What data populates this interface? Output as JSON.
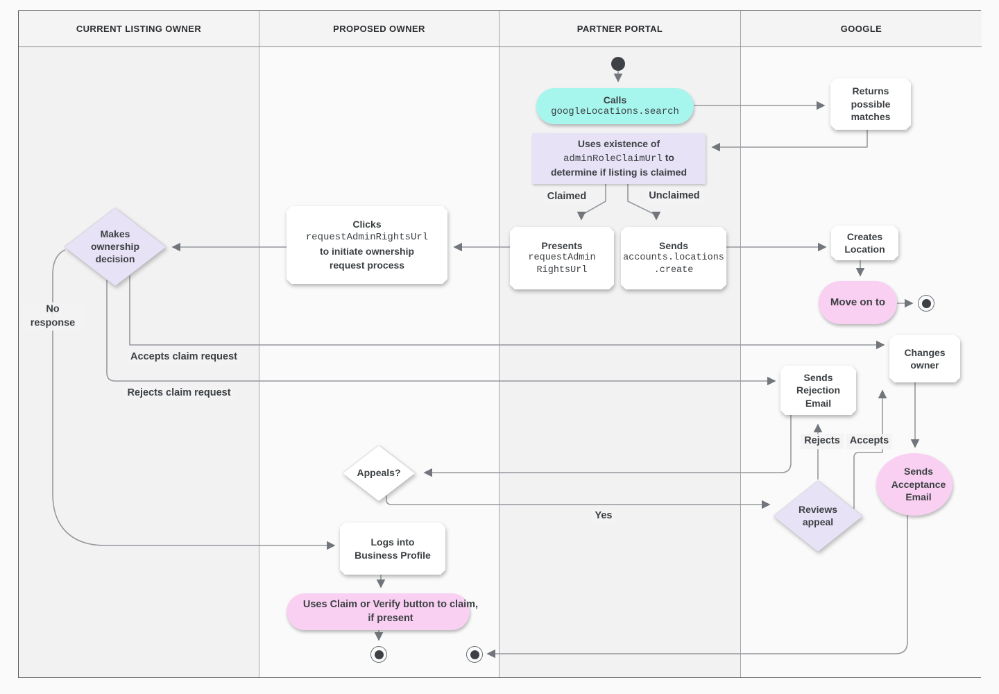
{
  "lanes": [
    {
      "label": "CURRENT LISTING OWNER"
    },
    {
      "label": "PROPOSED OWNER"
    },
    {
      "label": "PARTNER PORTAL"
    },
    {
      "label": "GOOGLE"
    }
  ],
  "nodes": {
    "calls": {
      "title": "Calls",
      "code": "googleLocations.search"
    },
    "uses_existence": {
      "l1": "Uses existence of",
      "code": "adminRoleClaimUrl",
      "l2b": "to",
      "l3": "determine if listing is claimed"
    },
    "presents": {
      "title": "Presents",
      "code1": "requestAdmin",
      "code2": "RightsUrl"
    },
    "sends_create": {
      "title": "Sends",
      "code1": "accounts.locations",
      "code2": ".create"
    },
    "returns_matches": {
      "text": "Returns possible matches"
    },
    "creates_location": {
      "text": "Creates Location"
    },
    "move_on": {
      "text": "Move on to"
    },
    "changes_owner": {
      "text": "Changes owner"
    },
    "sends_rejection": {
      "text": "Sends Rejection Email"
    },
    "sends_acceptance": {
      "text": "Sends Acceptance Email"
    },
    "reviews_appeal": {
      "text": "Reviews appeal"
    },
    "makes_decision": {
      "text": "Makes ownership decision"
    },
    "appeals": {
      "text": "Appeals?"
    },
    "clicks": {
      "title": "Clicks",
      "code": "requestAdminRightsUrl",
      "l3": "to initiate ownership",
      "l4": "request process"
    },
    "logs_into": {
      "text": "Logs into Business Profile"
    },
    "uses_claim": {
      "text": "Uses Claim or Verify button to claim, if present"
    }
  },
  "edge_labels": {
    "claimed": "Claimed",
    "unclaimed": "Unclaimed",
    "no_response": "No response",
    "accepts_claim": "Accepts claim request",
    "rejects_claim": "Rejects claim request",
    "yes": "Yes",
    "rejects": "Rejects",
    "accepts": "Accepts"
  },
  "colors": {
    "teal": "#a7f6ee",
    "lavender": "#e7e2f6",
    "pink": "#f9d0f2",
    "node_white": "#ffffff",
    "line_gray": "#95989d",
    "arrow_gray": "#72767c",
    "text": "#3c4043"
  }
}
